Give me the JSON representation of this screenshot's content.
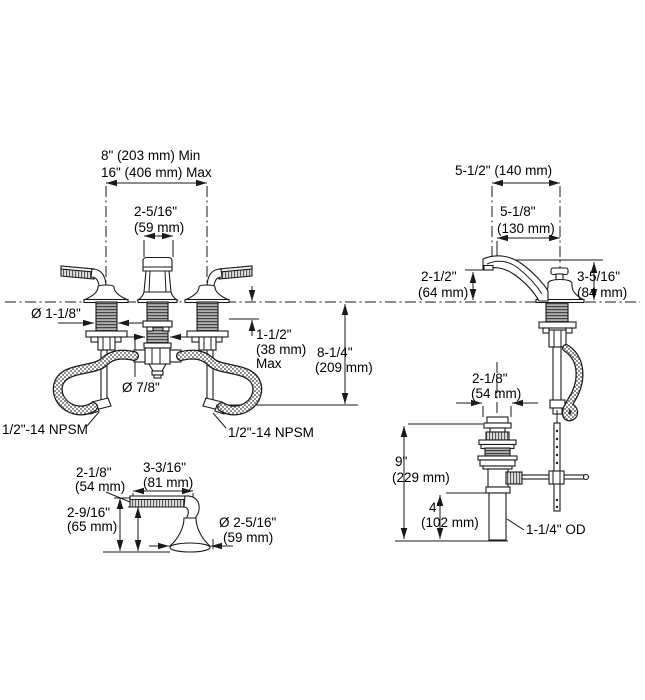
{
  "drawing": {
    "background": "#ffffff",
    "line_color": "#1a1a1a",
    "type": "faucet installation dimension drawing"
  },
  "front_view": {
    "spread_min": "8\" (203 mm) Min",
    "spread_max": "16\" (406 mm) Max",
    "spout_width": "2-5/16\"",
    "spout_width_mm": "(59 mm)",
    "handle_shank_dia": "Ø 1-1/8\"",
    "deck_thickness": "1-1/2\"",
    "deck_thickness_mm": "(38 mm)",
    "deck_thickness_qualifier": "Max",
    "below_deck_height": "8-1/4\"",
    "below_deck_height_mm": "(209 mm)",
    "spout_shank_dia": "Ø 7/8\"",
    "supply_thread_left": "1/2\"-14 NPSM",
    "supply_thread_right": "1/2\"-14 NPSM"
  },
  "side_view": {
    "spout_reach": "5-1/2\" (140 mm)",
    "aerator_reach": "5-1/8\"",
    "aerator_reach_mm": "(130 mm)",
    "outlet_height": "2-1/2\"",
    "outlet_height_mm": "(64 mm)",
    "spout_height": "3-5/16\"",
    "spout_height_mm": "(84 mm)"
  },
  "handle_detail": {
    "grip_height": "2-1/8\"",
    "grip_height_mm": "(54 mm)",
    "handle_length": "3-3/16\"",
    "handle_length_mm": "(81 mm)",
    "handle_height": "2-9/16\"",
    "handle_height_mm": "(65 mm)",
    "base_dia": "Ø 2-5/16\"",
    "base_dia_mm": "(59 mm)"
  },
  "drain_view": {
    "flange_dia": "2-1/8\"",
    "flange_dia_mm": "(54 mm)",
    "overall_height": "9\"",
    "overall_height_mm": "(229 mm)",
    "tailpiece_length": "4\"",
    "tailpiece_length_mm": "(102 mm)",
    "tailpiece_od": "1-1/4\" OD"
  }
}
